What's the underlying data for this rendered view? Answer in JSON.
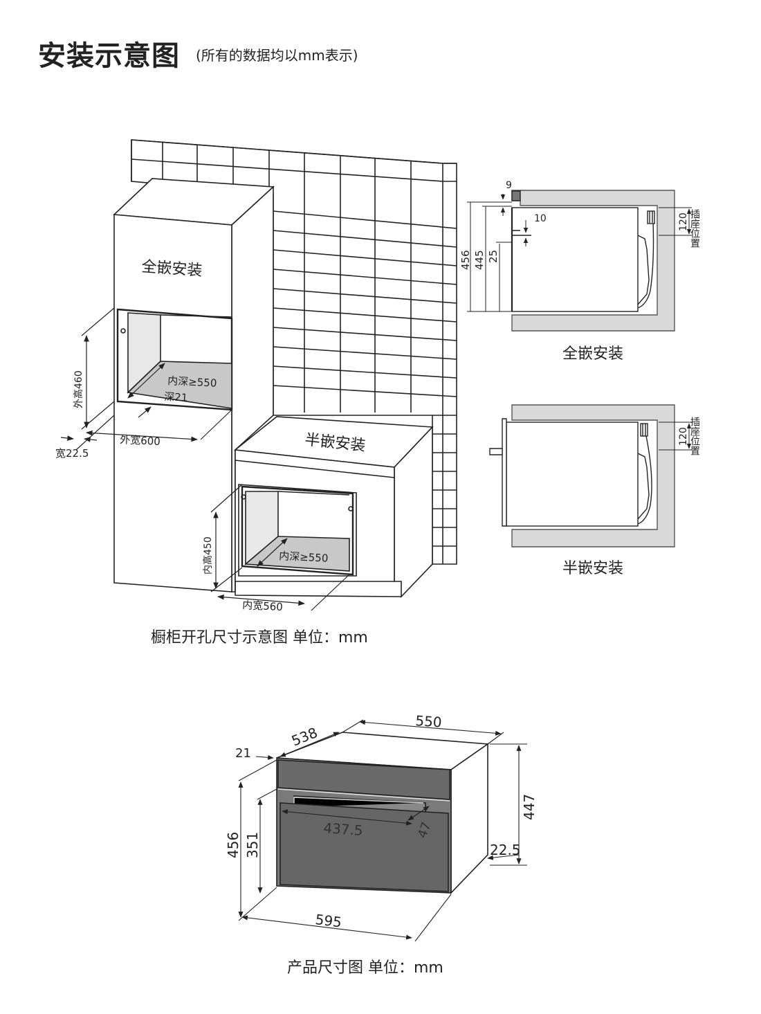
{
  "header": {
    "title": "安装示意图",
    "subtitle": "(所有的数据均以mm表示)"
  },
  "cabinet_diagram": {
    "full_label": "全嵌安装",
    "half_label": "半嵌安装",
    "outer_height": "外高460",
    "inner_depth_full": "内深≥550",
    "depth_21": "深21",
    "outer_width": "外宽600",
    "width_22_5": "宽22.5",
    "inner_height": "内高450",
    "inner_depth_half": "内深≥550",
    "inner_width": "内宽560",
    "caption": "橱柜开孔尺寸示意图 单位：mm"
  },
  "side_full": {
    "dim_9": "9",
    "dim_10": "10",
    "dim_456": "456",
    "dim_445": "445",
    "dim_25": "25",
    "dim_120": "120",
    "socket_label": "插座位置",
    "caption": "全嵌安装"
  },
  "side_half": {
    "dim_120": "120",
    "socket_label": "插座位置",
    "caption": "半嵌安装"
  },
  "product": {
    "dim_550": "550",
    "dim_538": "538",
    "dim_21": "21",
    "dim_447": "447",
    "dim_456": "456",
    "dim_351": "351",
    "dim_437_5": "437.5",
    "dim_47": "47",
    "dim_22_5": "22.5",
    "dim_595": "595",
    "caption": "产品尺寸图  单位：mm"
  },
  "colors": {
    "line": "#222222",
    "gray_fill": "#c8c8c8",
    "dark_door": "#666666",
    "panel_gray": "#d9d9d9"
  }
}
